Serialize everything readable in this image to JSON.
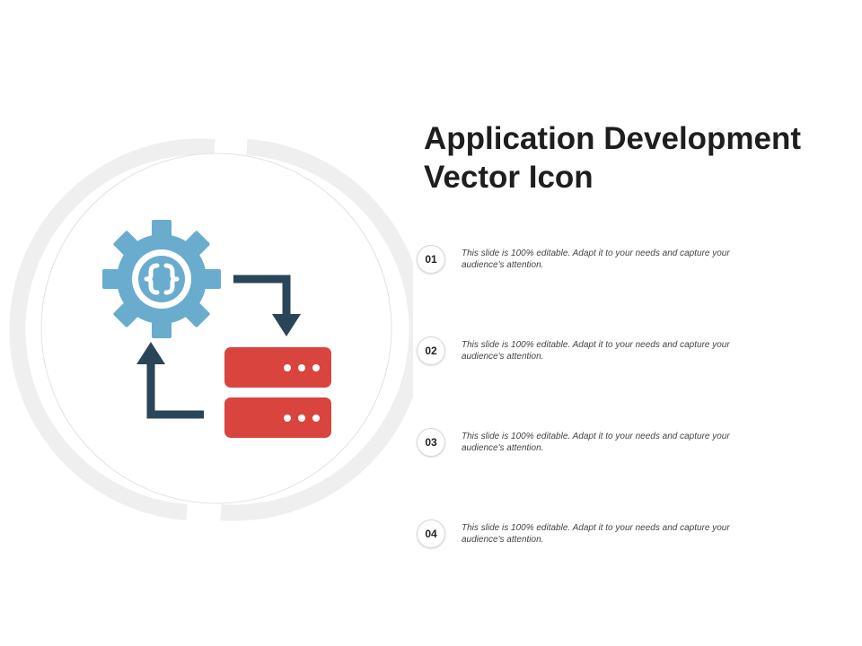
{
  "title": {
    "line1": "Application Development",
    "line2": "Vector Icon"
  },
  "items": [
    {
      "number": "01",
      "text": "This slide is 100% editable. Adapt it to your needs and capture your audience's attention."
    },
    {
      "number": "02",
      "text": "This slide is 100% editable. Adapt it to your needs and capture your audience's attention."
    },
    {
      "number": "03",
      "text": "This slide is 100% editable. Adapt it to your needs and capture your audience's attention."
    },
    {
      "number": "04",
      "text": "This slide is 100% editable. Adapt it to your needs and capture your audience's attention."
    }
  ],
  "icons": {
    "gear": "gear-code-icon",
    "server": "server-icon",
    "arrows": "cycle-arrows-icon"
  },
  "colors": {
    "gear": "#6aaccd",
    "server": "#d9443e",
    "arrow": "#2b4558",
    "ring": "#efefef"
  }
}
